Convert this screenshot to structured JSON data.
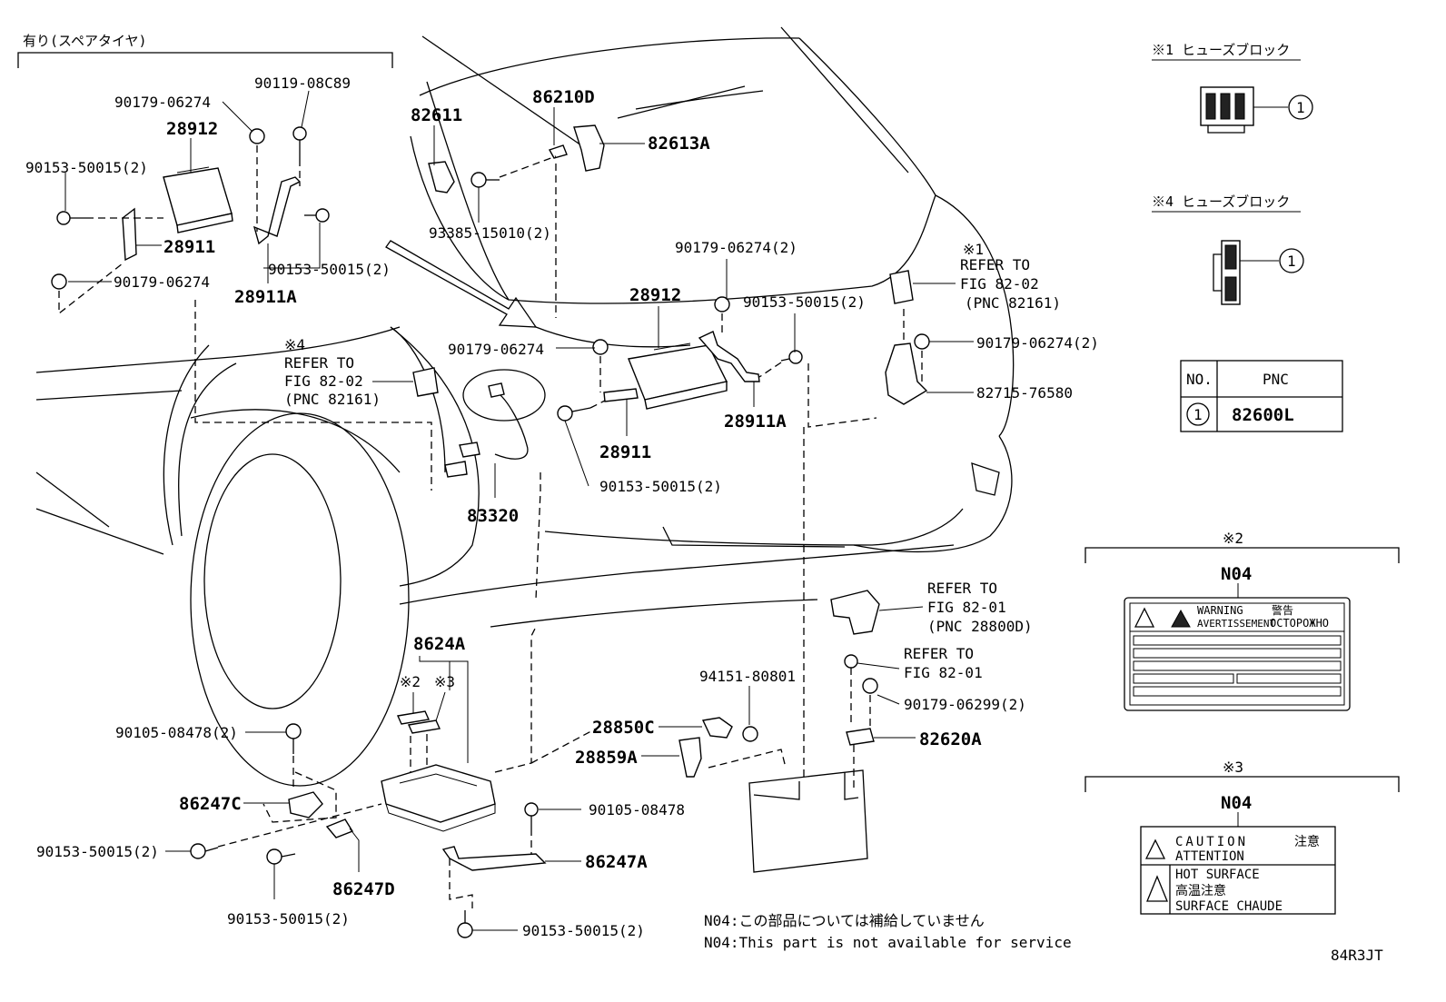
{
  "diagram_code": "84R3JT",
  "spare_tire_header": "有り(スペアタイヤ)",
  "fuse_block_1": {
    "title": "※1 ヒューズブロック",
    "callout": "1"
  },
  "fuse_block_4": {
    "title": "※4 ヒューズブロック",
    "callout": "1"
  },
  "pnc_table": {
    "headers": [
      "NO.",
      "PNC"
    ],
    "rows": [
      {
        "no": "1",
        "pnc": "82600L"
      }
    ]
  },
  "labels": {
    "note2": "※2",
    "note3": "※3",
    "n04_a": "N04",
    "n04_b": "N04"
  },
  "warning_label": {
    "warning": "WARNING",
    "avertissement": "AVERTISSEMENT",
    "jp": "警告",
    "ru": "OCTOPOЖHO"
  },
  "caution_label": {
    "caution": "CAUTION",
    "attention": "ATTENTION",
    "caution_jp": "注意",
    "hot": "HOT SURFACE",
    "hot_jp": "高温注意",
    "chaude": "SURFACE CHAUDE"
  },
  "footnote": {
    "jp": "N04:この部品については補給していません",
    "en": "N04:This part is not available for service"
  },
  "refer": {
    "r1_mark": "※1",
    "r1_line1": "REFER TO",
    "r1_line2": "FIG 82-02",
    "r1_line3": "(PNC 82161)",
    "r4_mark": "※4",
    "r4_line1": "REFER TO",
    "r4_line2": "FIG 82-02",
    "r4_line3": "(PNC 82161)",
    "r_a_line1": "REFER TO",
    "r_a_line2": "FIG 82-01",
    "r_a_line3": "(PNC 28800D)",
    "r_b_line1": "REFER TO",
    "r_b_line2": "FIG 82-01"
  },
  "parts": {
    "p1": "90179-06274",
    "p2": "90119-08C89",
    "p3": "28912",
    "p4": "90153-50015(2)",
    "p5": "28911",
    "p6": "90179-06274",
    "p7": "90153-50015(2)",
    "p8": "28911A",
    "p9": "82611",
    "p10": "86210D",
    "p11": "82613A",
    "p12": "93385-15010(2)",
    "p13": "90179-06274(2)",
    "p14": "28912",
    "p15": "90153-50015(2)",
    "p16": "90179-06274",
    "p17": "90179-06274(2)",
    "p18": "82715-76580",
    "p19": "28911A",
    "p20": "28911",
    "p21": "90153-50015(2)",
    "p22": "83320",
    "p23": "8624A",
    "p24": "※2",
    "p25": "※3",
    "p26": "90105-08478(2)",
    "p27": "86247C",
    "p28": "90153-50015(2)",
    "p29": "86247D",
    "p30": "90153-50015(2)",
    "p31": "90105-08478",
    "p32": "86247A",
    "p33": "90153-50015(2)",
    "p34": "94151-80801",
    "p35": "28850C",
    "p36": "28859A",
    "p37": "90179-06299(2)",
    "p38": "82620A"
  }
}
